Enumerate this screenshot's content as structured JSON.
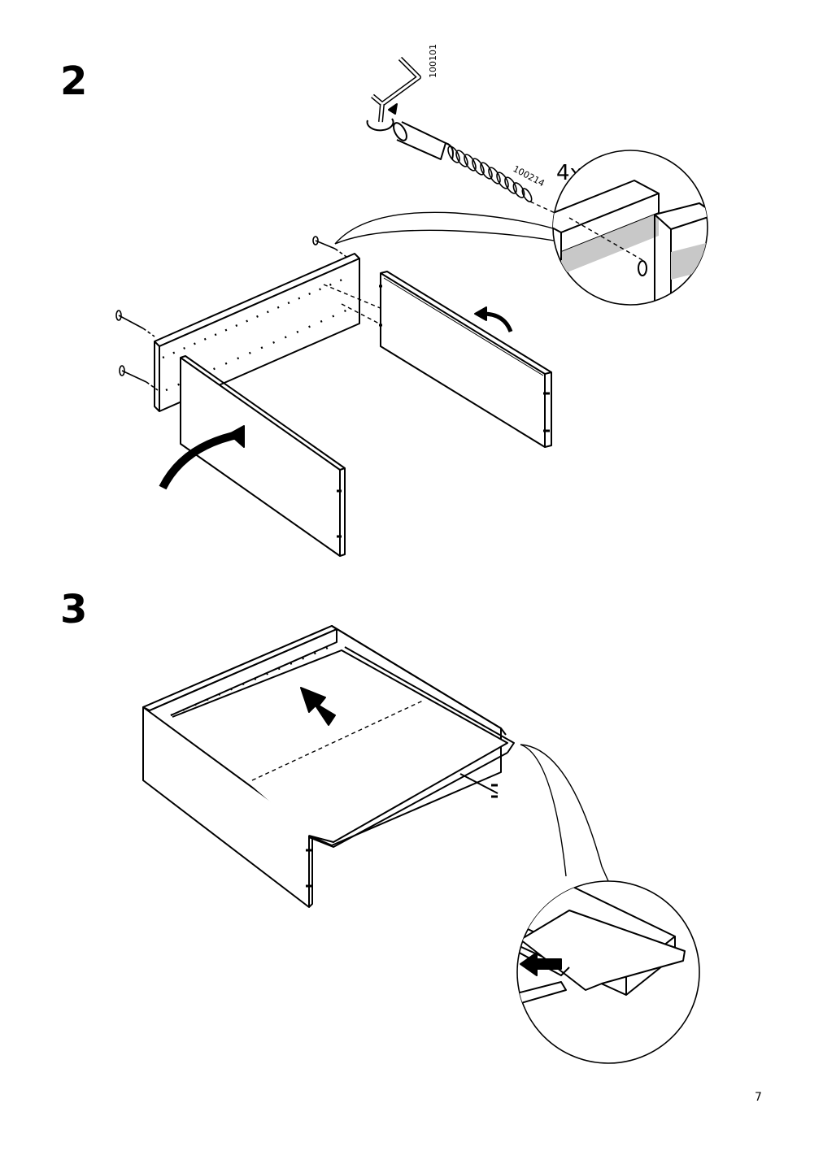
{
  "steps": [
    {
      "number": "2",
      "quantity": "4x",
      "parts": [
        "100101",
        "100214"
      ]
    },
    {
      "number": "3"
    }
  ],
  "page_number": "7"
}
